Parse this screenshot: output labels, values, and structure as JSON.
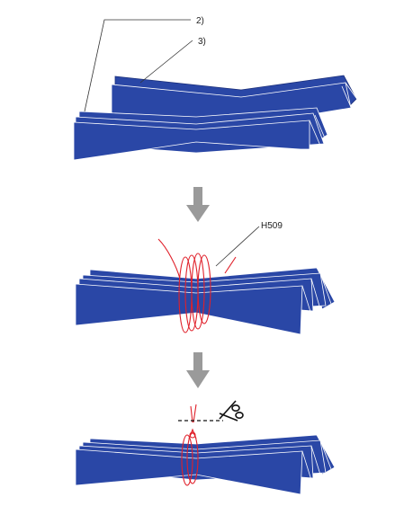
{
  "labels": {
    "step1_label_a": "2)",
    "step1_label_b": "3)",
    "step2_label": "H509"
  },
  "colors": {
    "paper": "#2a47a6",
    "paper_edge": "#1b2f7a",
    "paper_highlight": "#ffffff",
    "thread": "#e0202a",
    "arrow": "#9a9a9a",
    "leader": "#333333"
  },
  "icons": {
    "down_arrow": "down-arrow-icon",
    "scissors": "scissors-icon"
  }
}
